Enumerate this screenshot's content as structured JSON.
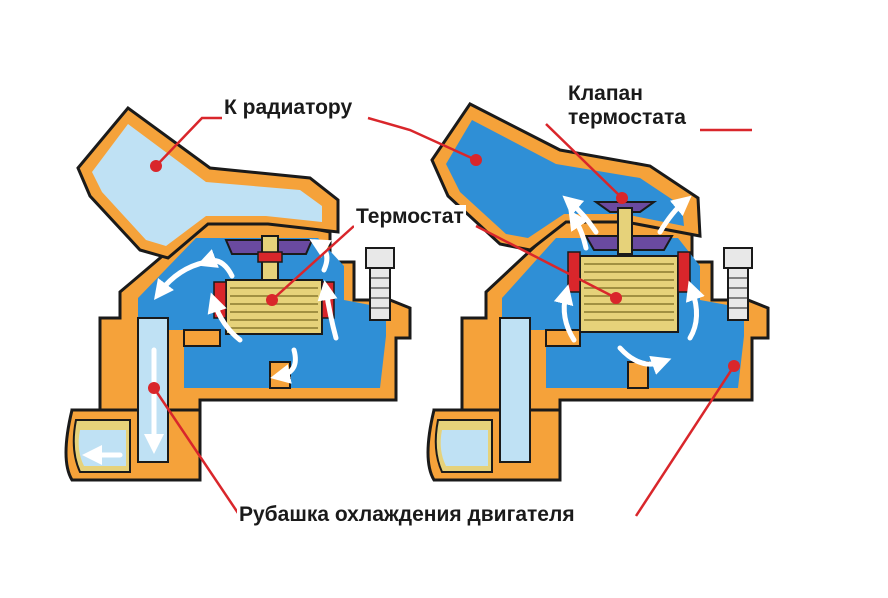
{
  "labels": {
    "to_radiator": "К радиатору",
    "valve_line1": "Клапан",
    "valve_line2": "термостата",
    "thermostat": "Термостат",
    "jacket": "Рубашка охлаждения двигателя"
  },
  "colors": {
    "housing": "#f5a23a",
    "housing_outline": "#1a1a1a",
    "coolant_hot": "#2f8fd6",
    "coolant_cold": "#bfe1f4",
    "flow_arrow": "#ffffff",
    "leader_line": "#d9262b",
    "thermostat_body": "#e6d27a",
    "valve_disc": "#6a4aa0",
    "bolt": "#e8e8e8"
  },
  "diagram": {
    "panels": [
      {
        "state": "closed",
        "flow_to_radiator": false
      },
      {
        "state": "open",
        "flow_to_radiator": true
      }
    ]
  }
}
